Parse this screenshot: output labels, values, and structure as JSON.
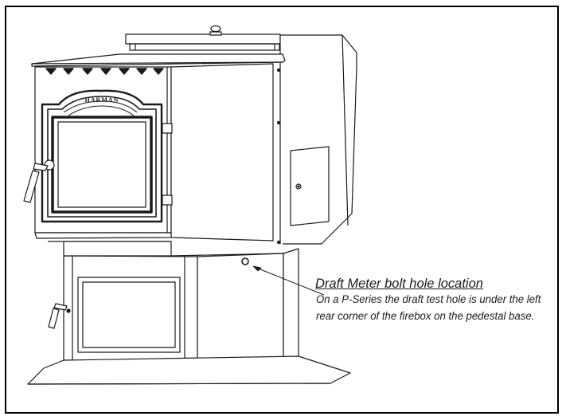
{
  "stove": {
    "brand_plate": "HARMAN"
  },
  "callout": {
    "title": "Draft Meter bolt hole location",
    "body": "On a P-Series the draft test hole is under the left rear corner of the firebox on the pedestal base."
  },
  "colors": {
    "line": "#1a1a1a",
    "frame": "#000000",
    "background": "#ffffff"
  }
}
